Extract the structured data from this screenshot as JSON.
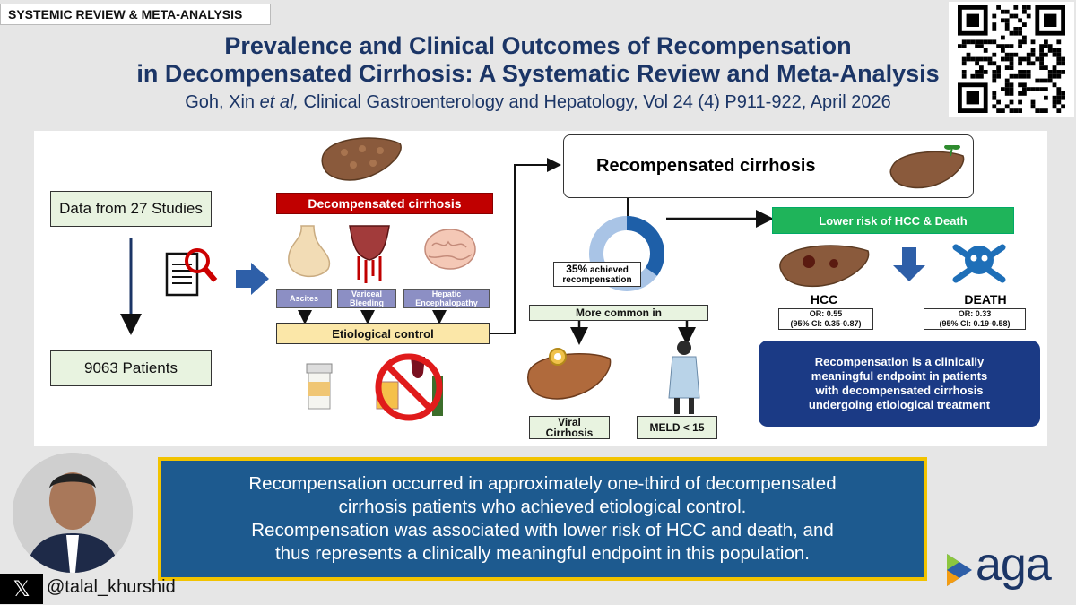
{
  "header": {
    "tag": "SYSTEMIC REVIEW & META-ANALYSIS",
    "title_line1": "Prevalence and Clinical Outcomes of Recompensation",
    "title_line2": "in Decompensated Cirrhosis: A Systematic Review and Meta-Analysis",
    "citation_author": "Goh, Xin ",
    "citation_etal": "et al,",
    "citation_rest": " Clinical Gastroenterology and Hepatology, Vol 24 (4) P911-922, April 2026"
  },
  "left": {
    "studies": "Data from 27 Studies",
    "patients": "9063 Patients"
  },
  "middle": {
    "decompensated": "Decompensated cirrhosis",
    "ascites": "Ascites",
    "variceal_1": "Variceal",
    "variceal_2": "Bleeding",
    "hepatic_1": "Hepatic",
    "hepatic_2": "Encephalopathy",
    "etiological": "Etiological control"
  },
  "recomp": {
    "title": "Recompensated cirrhosis",
    "pct_1": "35%",
    "pct_2": " achieved",
    "pct_3": "recompensation",
    "more_common": "More common in",
    "viral_1": "Viral",
    "viral_2": "Cirrhosis",
    "meld": "MELD < 15"
  },
  "outcomes": {
    "lower_risk": "Lower risk of HCC & Death",
    "hcc": "HCC",
    "death": "DEATH",
    "hcc_or": "OR: 0.55",
    "hcc_ci": "(95% CI: 0.35-0.87)",
    "death_or": "OR: 0.33",
    "death_ci": "(95% CI: 0.19-0.58)",
    "conclusion_1": "Recompensation is a clinically",
    "conclusion_2": "meaningful endpoint in patients",
    "conclusion_3": "with decompensated cirrhosis",
    "conclusion_4": "undergoing etiological treatment"
  },
  "summary": {
    "line1": "Recompensation occurred in approximately one-third of decompensated",
    "line2": "cirrhosis patients who achieved etiological control.",
    "line3": "Recompensation was associated with lower risk of HCC and death, and",
    "line4": "thus represents a clinically meaningful endpoint in this population."
  },
  "footer": {
    "handle": "@talal_khurshid",
    "logo": "aga"
  },
  "colors": {
    "navy": "#1b3566",
    "red": "#c00000",
    "green": "#1fb45a",
    "summary_bg": "#1d5a8f",
    "summary_border": "#f2c300"
  },
  "donut": {
    "achieved_fraction": 0.35
  },
  "icons": [
    "qr-code",
    "document-search-icon",
    "liver-icon",
    "stomach-icon",
    "esophagus-icon",
    "brain-icon",
    "pill-bottle-icon",
    "no-alcohol-icon",
    "skull-crossbones-icon",
    "patient-icon",
    "x-logo",
    "aga-logo"
  ]
}
